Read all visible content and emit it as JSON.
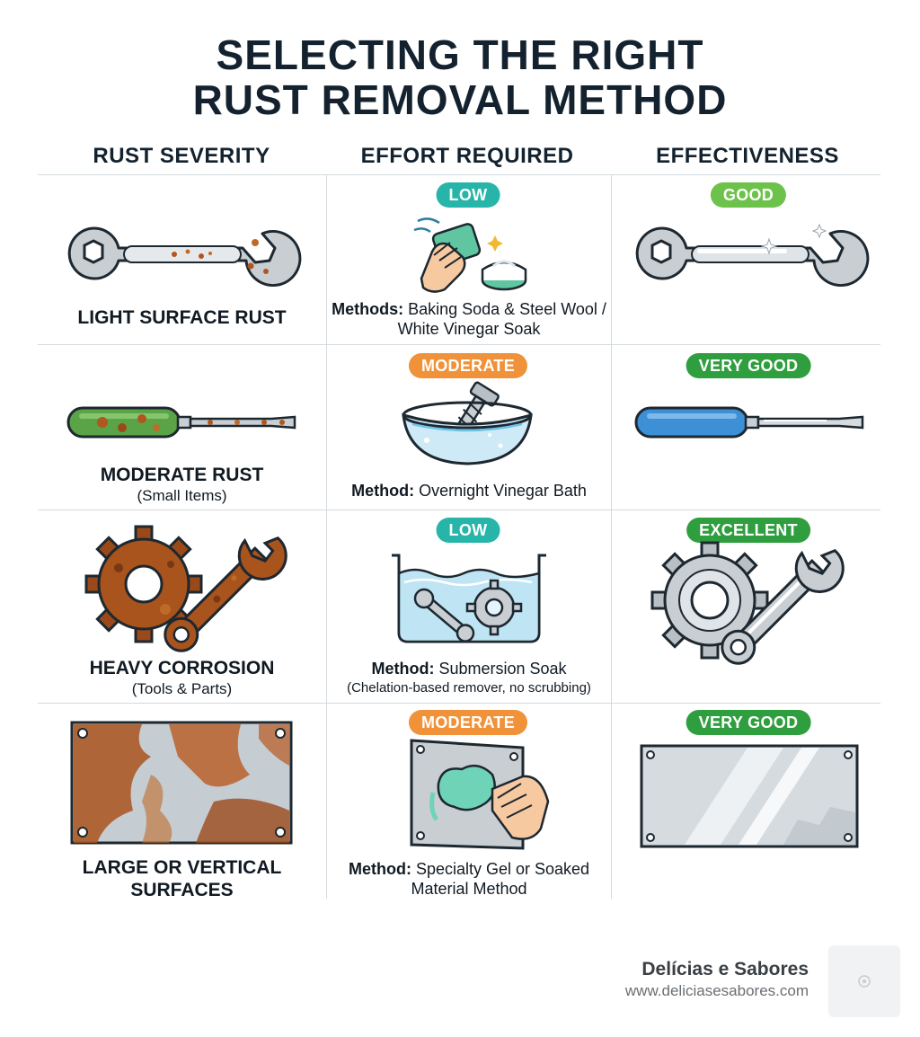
{
  "title": {
    "line1": "SELECTING THE RIGHT",
    "line2": "RUST REMOVAL METHOD"
  },
  "columns": {
    "severity": "RUST SEVERITY",
    "effort": "EFFORT REQUIRED",
    "effectiveness": "EFFECTIVENESS"
  },
  "rows": [
    {
      "severity": "LIGHT SURFACE RUST",
      "severity_sub": "",
      "effort": "LOW",
      "method_label": "Methods:",
      "method_text": " Baking Soda & Steel Wool / White Vinegar Soak",
      "method_note": "",
      "effectiveness": "GOOD"
    },
    {
      "severity": "MODERATE RUST",
      "severity_sub": "(Small Items)",
      "effort": "MODERATE",
      "method_label": "Method:",
      "method_text": " Overnight Vinegar Bath",
      "method_note": "",
      "effectiveness": "VERY GOOD"
    },
    {
      "severity": "HEAVY CORROSION",
      "severity_sub": "(Tools & Parts)",
      "effort": "LOW",
      "method_label": "Method:",
      "method_text": " Submersion Soak",
      "method_note": "(Chelation-based remover, no scrubbing)",
      "effectiveness": "EXCELLENT"
    },
    {
      "severity": "LARGE OR VERTICAL SURFACES",
      "severity_sub": "",
      "effort": "MODERATE",
      "method_label": "Method:",
      "method_text": " Specialty Gel or Soaked Material Method",
      "method_note": "",
      "effectiveness": "VERY GOOD"
    }
  ],
  "brand": {
    "name": "Delícias e Sabores",
    "url": "www.deliciasesabores.com"
  },
  "colors": {
    "low": "#26b5a8",
    "moderate": "#f0923a",
    "good": "#6cc24a",
    "very_good": "#2f9e3f",
    "excellent": "#2f9e3f",
    "rust": "#b0561f",
    "steel": "#c7ccd1"
  },
  "icons": {
    "row1_severity": "rusty-wrench-icon",
    "row1_effort": "hand-scrubbing-icon",
    "row1_effect": "clean-wrench-icon",
    "row2_severity": "rusty-screwdriver-icon",
    "row2_effort": "vinegar-bowl-icon",
    "row2_effect": "clean-screwdriver-icon",
    "row3_severity": "rusty-gear-wrench-icon",
    "row3_effort": "soak-tank-icon",
    "row3_effect": "clean-gear-wrench-icon",
    "row4_severity": "rusty-panel-icon",
    "row4_effort": "gel-application-icon",
    "row4_effect": "clean-panel-icon",
    "brand_logo": "brand-logo-icon"
  }
}
